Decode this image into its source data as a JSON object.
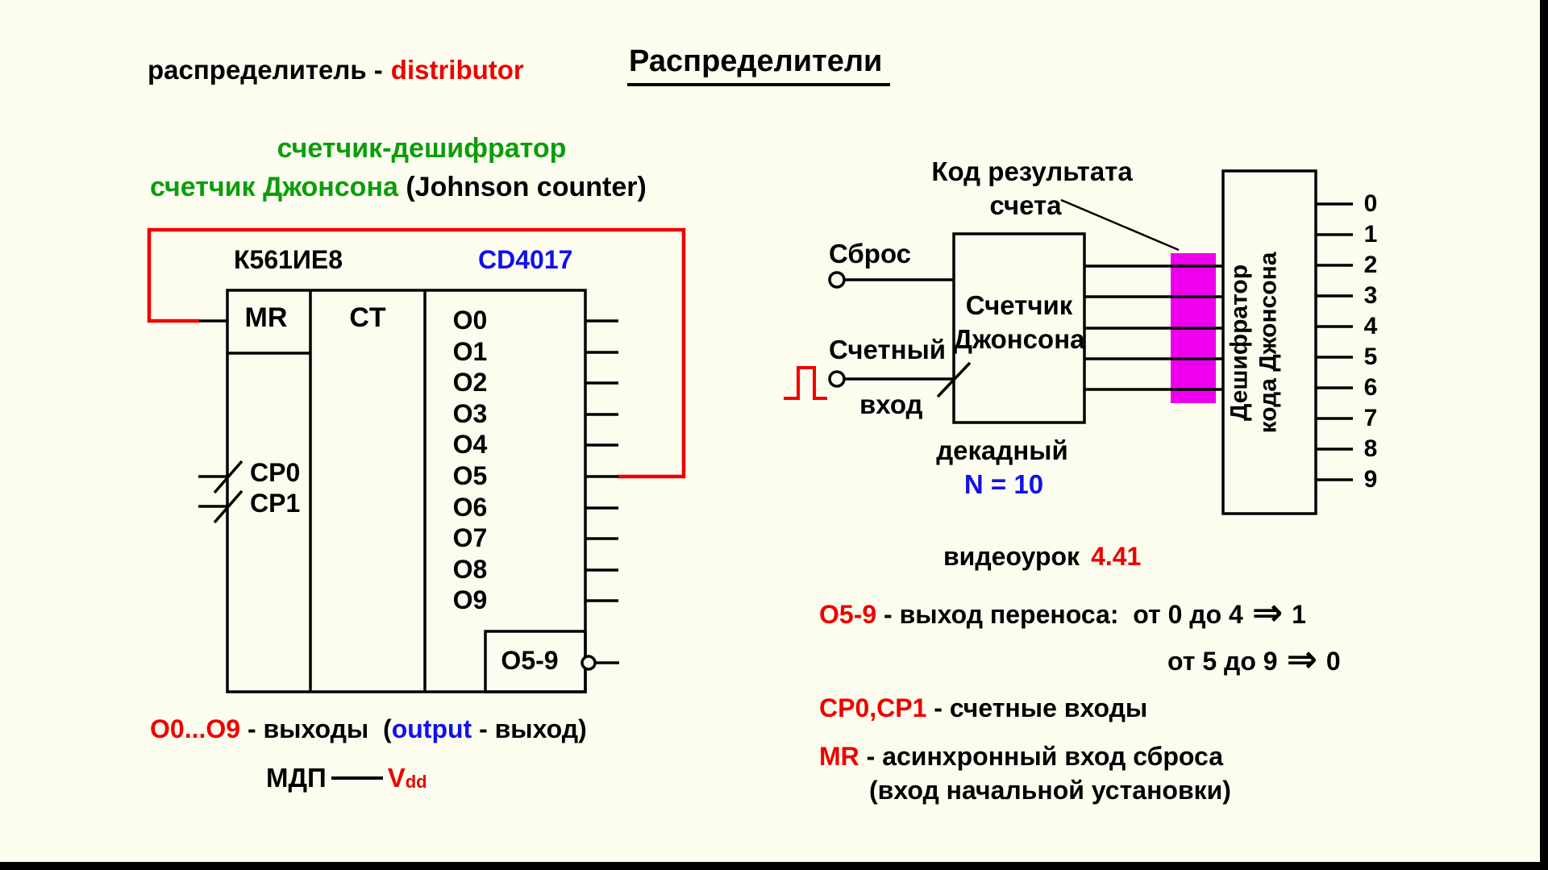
{
  "page": {
    "bg": "#FDFDEF",
    "ink": "#000000",
    "red": "#ED0000",
    "green": "#0A9E0A",
    "blue": "#1010F0",
    "magenta": "#EE00EE"
  },
  "header": {
    "term_ru": "распределитель -",
    "term_en": "distributor",
    "title": "Распределители"
  },
  "left": {
    "green_line": "счетчик-дешифратор",
    "counter_green": "счетчик Джонсона",
    "counter_black": " (Johnson counter)",
    "chip": {
      "name_ru": "К561ИЕ8",
      "name_en": "CD4017",
      "mr_label": "MR",
      "ct_label": "CT",
      "cp0_label": "CP0",
      "cp1_label": "CP1",
      "outputs": [
        "O0",
        "O1",
        "O2",
        "O3",
        "O4",
        "O5",
        "O6",
        "O7",
        "O8",
        "O9"
      ],
      "carry_label": "O5-9"
    },
    "legend": {
      "range": "O0...O9",
      "mid": " - выходы  (",
      "en": "output",
      "tail": " - выход)"
    },
    "power": {
      "label": "МДП",
      "v": "V",
      "sub": "dd"
    }
  },
  "right": {
    "annotation": {
      "line1": "Код результата",
      "line2": "счета"
    },
    "reset_label": "Сброс",
    "clock_label1": "Счетный",
    "clock_label2": "вход",
    "counter": {
      "line1": "Счетчик",
      "line2": "Джонсона",
      "type": "декадный",
      "modulus": "N = 10"
    },
    "decoder": {
      "line1": "Дешифратор",
      "line2": "кода Джонсона",
      "outputs": [
        "0",
        "1",
        "2",
        "3",
        "4",
        "5",
        "6",
        "7",
        "8",
        "9"
      ]
    },
    "lesson": {
      "label": "видеоурок",
      "number": "4.41"
    }
  },
  "notes": {
    "carry": {
      "term": "О5-9",
      "text": " - выход переноса:  от 0 до 4 ",
      "arrow": "⇒",
      "value1": " 1",
      "line2": "от 5 до 9 ",
      "arrow2": "⇒",
      "value2": " 0"
    },
    "inputs": {
      "term": "СР0,СР1",
      "text": " - счетные входы"
    },
    "reset": {
      "term": "MR",
      "text": " - асинхронный вход сброса",
      "text2": "(вход начальной установки)"
    }
  }
}
